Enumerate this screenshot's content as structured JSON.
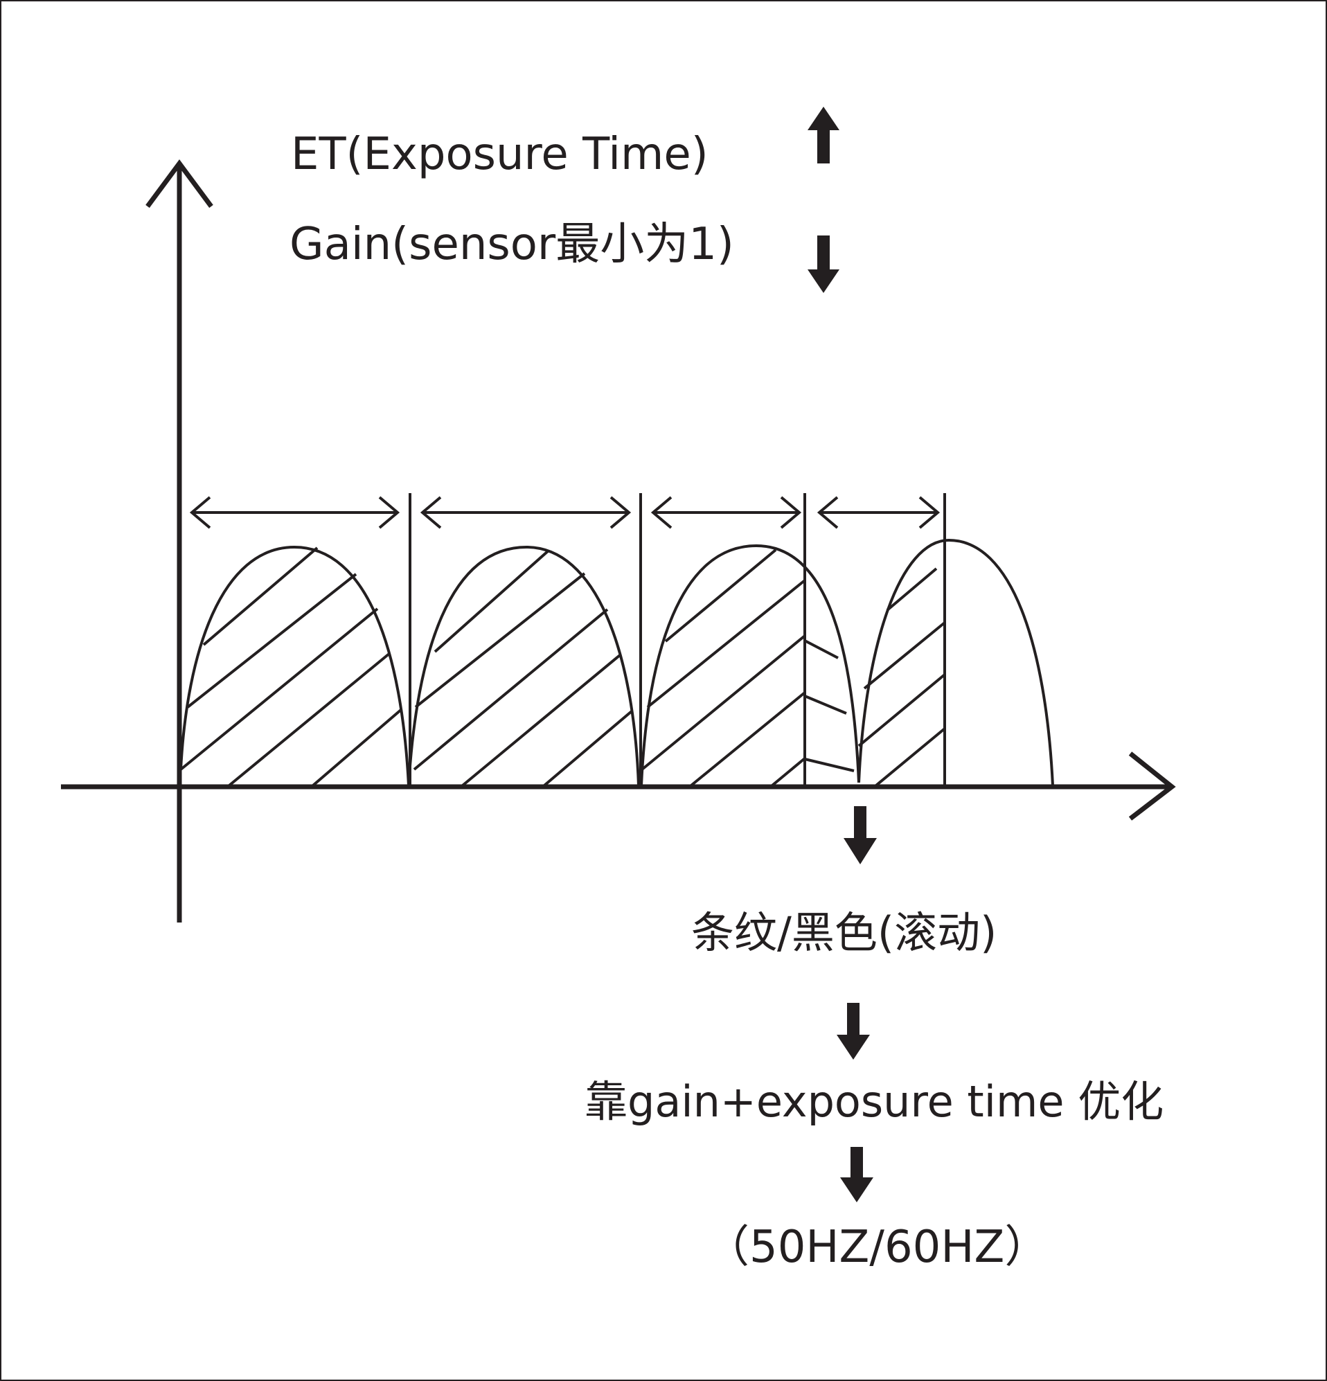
{
  "labels": {
    "exposure_time": "ET(Exposure Time)",
    "gain": "Gain(sensor最小为1)",
    "result": "条纹/黑色(滚动)",
    "remedy": "靠gain+exposure time 优化",
    "frequency": "（50HZ/60HZ）"
  },
  "indicators": {
    "exposure_time_direction": "up-arrow",
    "gain_direction": "down-arrow",
    "flow_arrows": [
      "down-arrow",
      "down-arrow",
      "down-arrow"
    ]
  },
  "colors": {
    "ink": "#231f20",
    "background": "#ffffff"
  }
}
